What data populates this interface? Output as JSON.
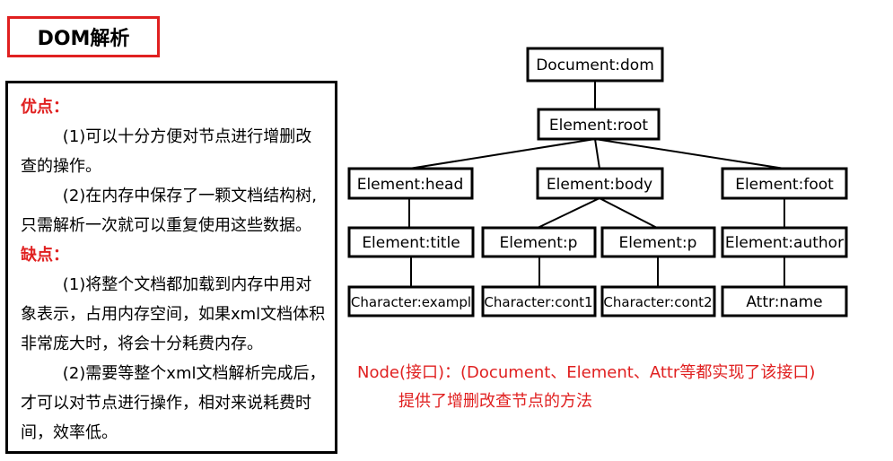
{
  "title": "DOM解析",
  "notes": {
    "pros_heading": "优点：",
    "pros": [
      "(1)可以十分方便对节点进行增删改查的操作。",
      "(2)在内存中保存了一颗文档结构树,只需解析一次就可以重复使用这些数据。"
    ],
    "cons_heading": "缺点：",
    "cons": [
      "(1)将整个文档都加载到内存中用对象表示，占用内存空间，如果xml文档体积非常庞大时，将会十分耗费内存。",
      "(2)需要等整个xml文档解析完成后，才可以对节点进行操作，相对来说耗费时间，效率低。"
    ]
  },
  "tree": {
    "document": "Document:dom",
    "root": "Element:root",
    "head": "Element:head",
    "body": "Element:body",
    "foot": "Element:foot",
    "title": "Element:title",
    "p1": "Element:p",
    "p2": "Element:p",
    "author": "Element:author",
    "char_example": "Character:exampl",
    "char_cont1": "Character:cont1",
    "char_cont2": "Character:cont2",
    "attr_name": "Attr:name"
  },
  "node_note": {
    "line1": "Node(接口)：(Document、Element、Attr等都实现了该接口)",
    "line2": "提供了增删改查节点的方法"
  }
}
